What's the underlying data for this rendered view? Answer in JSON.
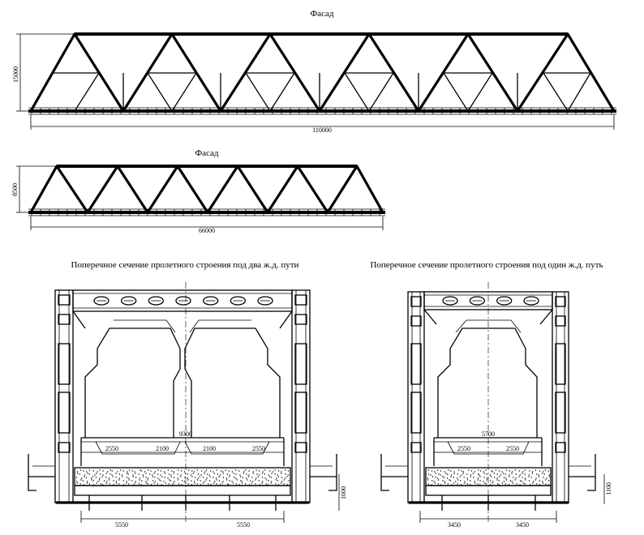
{
  "facade_large": {
    "title": "Фасад",
    "height_dim": "15000",
    "length_dim": "110000"
  },
  "facade_small": {
    "title": "Фасад",
    "height_dim": "8500",
    "length_dim": "66000"
  },
  "section_double": {
    "title": "Поперечное сечение пролетного строения под два ж.д. пути",
    "dims": {
      "width_top": "9300",
      "d1": "2550",
      "d2": "2100",
      "d3": "2100",
      "d4": "2550",
      "height": "1600",
      "bottom_left": "5550",
      "bottom_right": "5550"
    }
  },
  "section_single": {
    "title": "Поперечное сечение пролетного строения под один ж.д. путь",
    "dims": {
      "width_top": "5700",
      "d1": "2550",
      "d2": "2550",
      "height": "1100",
      "bottom_left": "3450",
      "bottom_right": "3450"
    }
  }
}
